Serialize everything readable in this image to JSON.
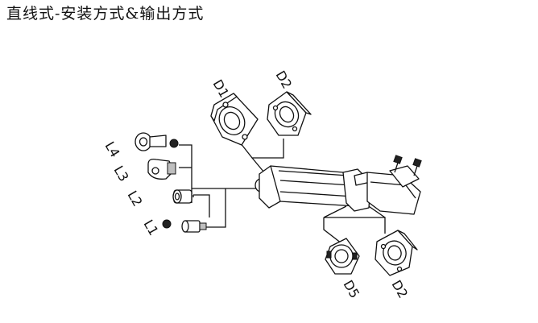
{
  "title": "直线式-安装方式&输出方式",
  "labels": {
    "D1_top": "D1",
    "D2_top": "D2",
    "L4": "L4",
    "L3": "L3",
    "L2": "L2",
    "L1": "L1",
    "D5": "D5",
    "D2_bottom": "D2"
  }
}
